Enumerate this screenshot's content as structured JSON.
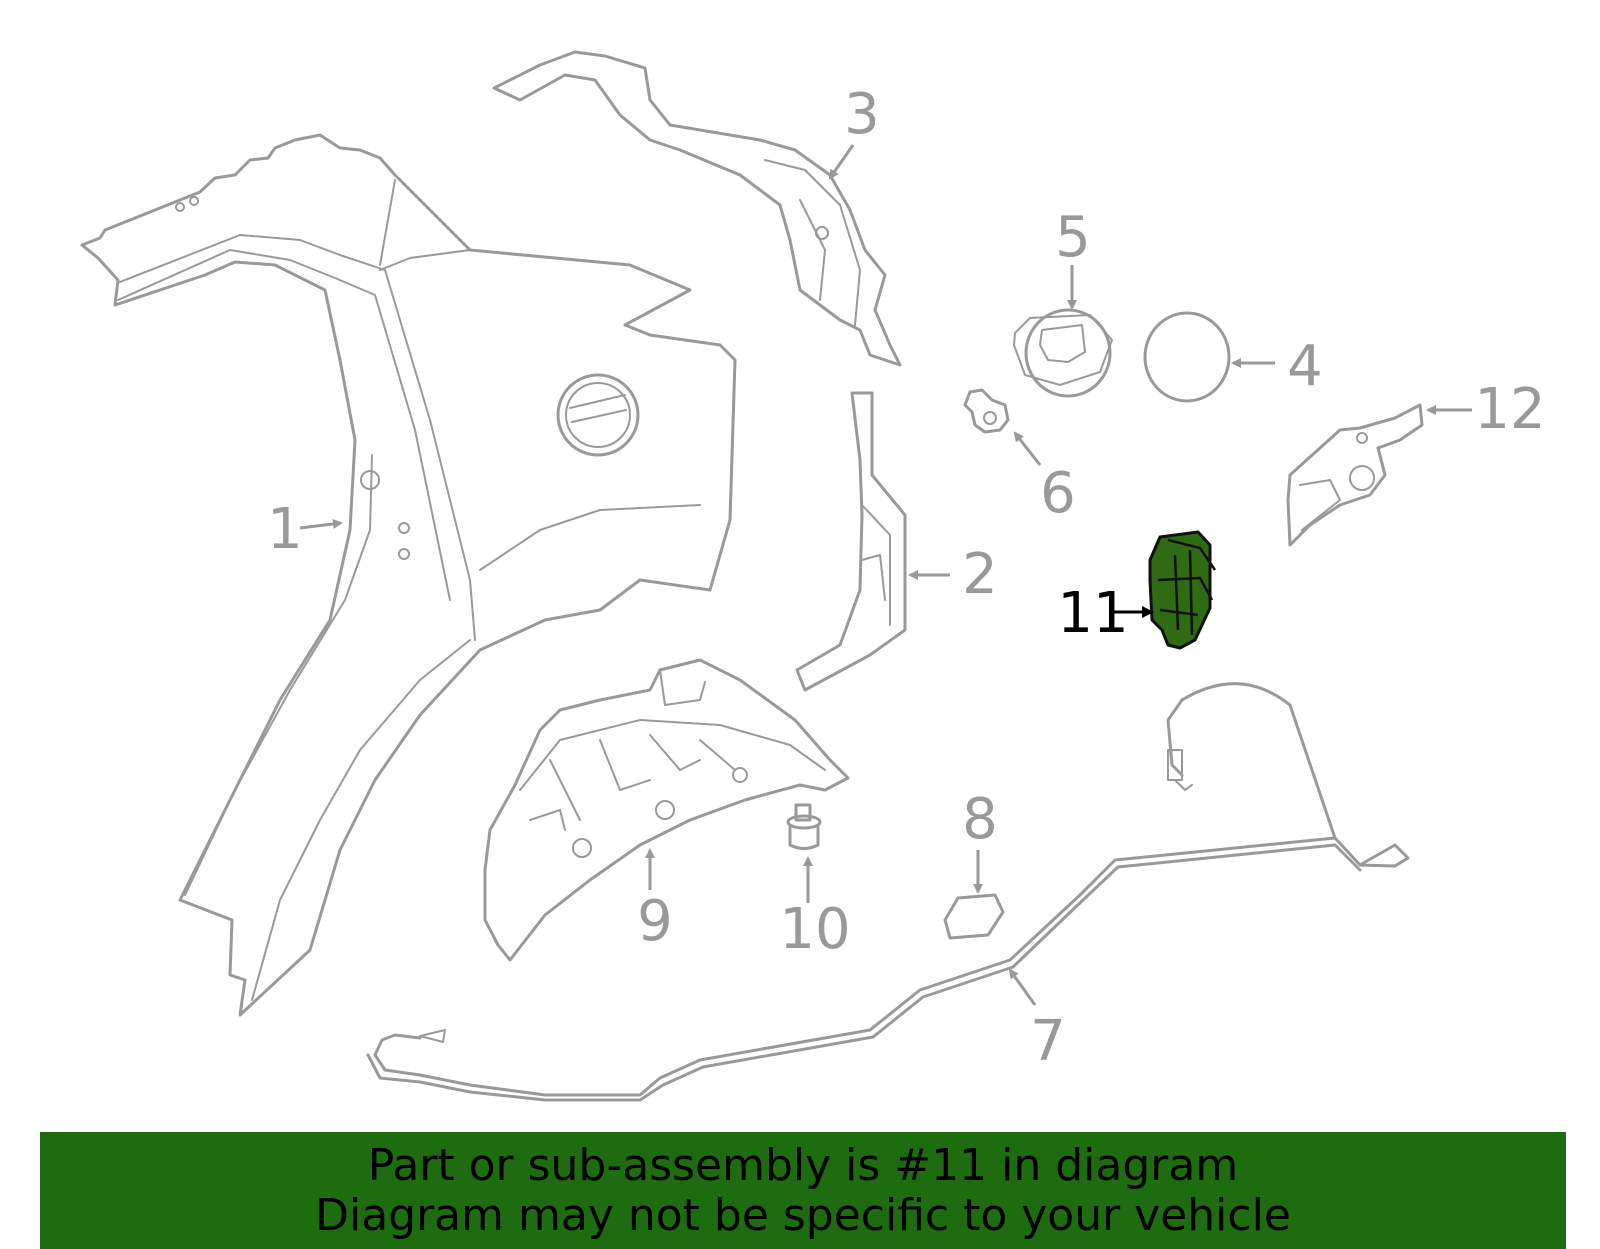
{
  "callouts": [
    {
      "id": "1",
      "label": "1"
    },
    {
      "id": "2",
      "label": "2"
    },
    {
      "id": "3",
      "label": "3"
    },
    {
      "id": "4",
      "label": "4"
    },
    {
      "id": "5",
      "label": "5"
    },
    {
      "id": "6",
      "label": "6"
    },
    {
      "id": "7",
      "label": "7"
    },
    {
      "id": "8",
      "label": "8"
    },
    {
      "id": "9",
      "label": "9"
    },
    {
      "id": "10",
      "label": "10"
    },
    {
      "id": "11",
      "label": "11"
    },
    {
      "id": "12",
      "label": "12"
    }
  ],
  "highlighted_part": "11",
  "colors": {
    "line": "#999999",
    "highlight_fill": "#2e6b12",
    "banner": "#1d6c10",
    "text": "#000000"
  },
  "banner": {
    "line1": "Part or sub-assembly is #11 in diagram",
    "line2": "Diagram may not be specific to your vehicle"
  }
}
